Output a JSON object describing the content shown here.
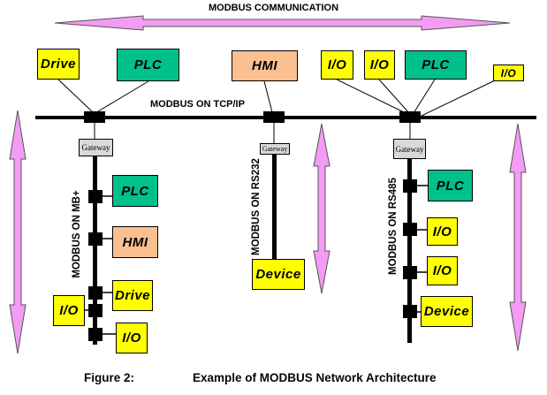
{
  "title": "MODBUS COMMUNICATION",
  "main_bus": {
    "label": "MODBUS ON TCP/IP"
  },
  "caption": {
    "label": "Figure 2:",
    "text": "Example of MODBUS Network Architecture"
  },
  "colors": {
    "yellow": "#FFFF00",
    "green": "#00C08B",
    "peach": "#FAC090",
    "pink": "#F49BF3",
    "gray": "#D9D9D9",
    "line": "#000000"
  },
  "top_row": [
    {
      "label": "Drive",
      "type": "drive"
    },
    {
      "label": "PLC",
      "type": "plc"
    },
    {
      "label": "HMI",
      "type": "hmi"
    },
    {
      "label": "I/O",
      "type": "io"
    },
    {
      "label": "I/O",
      "type": "io"
    },
    {
      "label": "PLC",
      "type": "plc"
    },
    {
      "label": "I/O",
      "type": "io"
    }
  ],
  "branches": [
    {
      "bus_label": "MODBUS ON MB+",
      "gateway_label": "Gateway",
      "devices": [
        {
          "label": "PLC"
        },
        {
          "label": "HMI"
        },
        {
          "label": "Drive"
        },
        {
          "label": "I/O"
        },
        {
          "label": "I/O"
        }
      ]
    },
    {
      "bus_label": "MODBUS ON RS232",
      "gateway_label": "Gateway",
      "devices": [
        {
          "label": "Device"
        }
      ]
    },
    {
      "bus_label": "MODBUS ON RS485",
      "gateway_label": "Gateway",
      "devices": [
        {
          "label": "PLC"
        },
        {
          "label": "I/O"
        },
        {
          "label": "I/O"
        },
        {
          "label": "Device"
        }
      ]
    }
  ]
}
